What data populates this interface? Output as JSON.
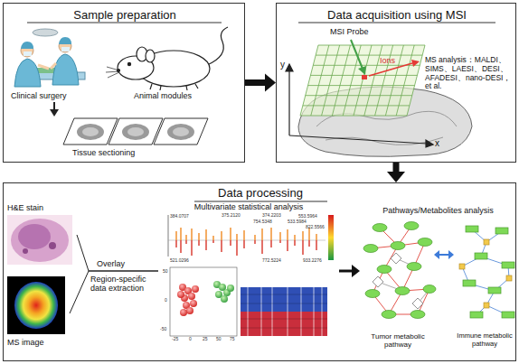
{
  "diagram": {
    "nodes": [
      {
        "text": [
          "Sample preparation"
        ]
      },
      {
        "text": [
          "Data acquisition using MSI"
        ]
      },
      {
        "text": [
          "Data processing"
        ]
      },
      {
        "text": [
          "H&E stain"
        ],
        "in": 2
      },
      {
        "text": [
          "MS image"
        ],
        "in": 2
      },
      {
        "text": [
          "Multivariate statistical analysis"
        ],
        "in": 2
      },
      {
        "text": [
          "Pathways/Metabolites analysis"
        ],
        "in": 2
      },
      {
        "text": [
          "Tumor metabolic pathway"
        ],
        "in": 6
      },
      {
        "text": [
          "Immune metabolic pathway"
        ],
        "in": 6
      }
    ],
    "edges": [
      {
        "from": 0,
        "to": 1,
        "arrow": "to"
      },
      {
        "from": 1,
        "to": 2,
        "arrow": "to"
      },
      {
        "from": 3,
        "to": 5,
        "arrow": "none"
      },
      {
        "from": 4,
        "to": 5,
        "arrow": "none"
      },
      {
        "from": 5,
        "to": 6,
        "arrow": "to"
      },
      {
        "from": 7,
        "to": 8,
        "arrow": "both"
      }
    ],
    "labels": [
      "Clinical surgery",
      "Animal modules",
      "Tissue sectioning",
      "MSI Probe",
      "Ions",
      "MS analysis：MALDI、SIMS、LAESI、DESI、AFADESI、nano-DESI，et al.",
      "y",
      "x",
      "Overlay",
      "Region-specific data extraction",
      "384.0707",
      "375.2120",
      "374.2203",
      "553.5964",
      "533.5984",
      "754.5348",
      "822.5566",
      "521.0296",
      "772.5224",
      "933.2276",
      "-25",
      "0",
      "25",
      "50",
      "75",
      "50",
      "0",
      "-50"
    ]
  }
}
